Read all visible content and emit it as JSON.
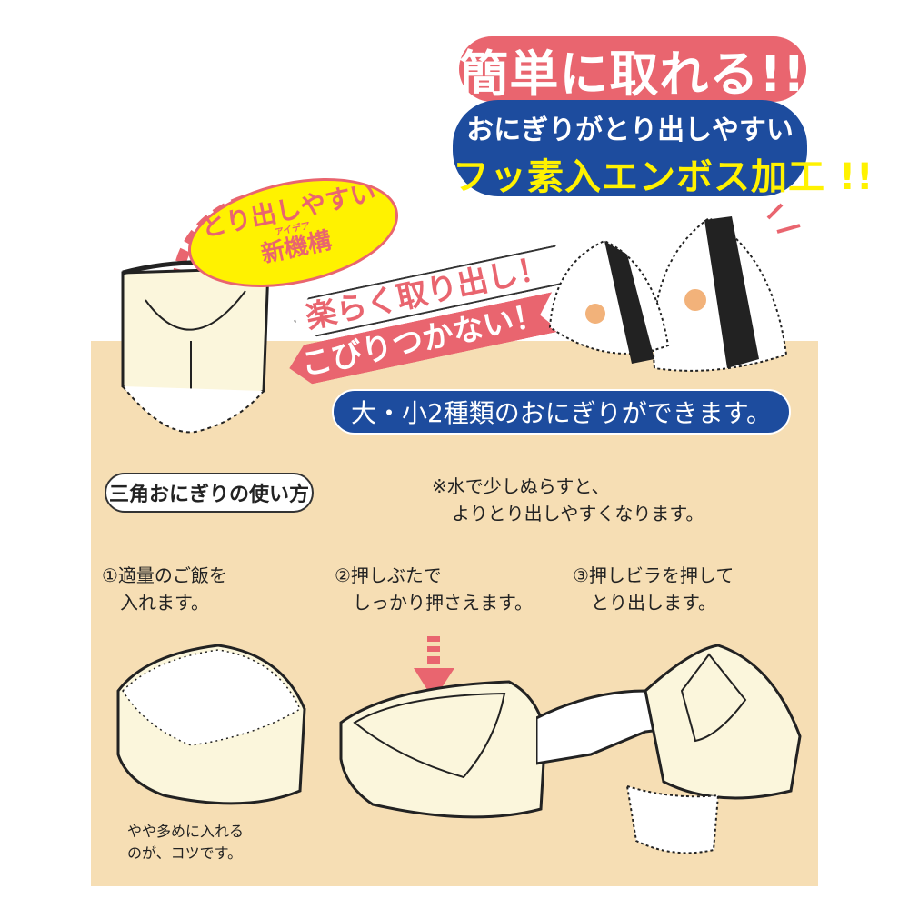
{
  "headline": {
    "main": "簡単に取れる!!",
    "sub1": "おにぎりがとり出しやすい",
    "sub2": "フッ素入エンボス加工 !!"
  },
  "badge": {
    "line1": "とり出しやすい",
    "ruby": "アイデア",
    "line2": "新機構"
  },
  "ribbons": [
    "楽らく取り出し！",
    "こびりつかない！"
  ],
  "sizes_label": "大・小2種類のおにぎりができます。",
  "howto": {
    "title": "三角おにぎりの使い方",
    "note": [
      "※水で少しぬらすと、",
      "よりとり出しやすくなります。"
    ],
    "steps": [
      {
        "line1": "①適量のご飯を",
        "line2": "入れます。"
      },
      {
        "line1": "②押しぶたで",
        "line2": "しっかり押さえます。"
      },
      {
        "line1": "③押しビラを押して",
        "line2": "とり出します。"
      }
    ],
    "tip": [
      "やや多めに入れる",
      "のが、コツです。"
    ]
  },
  "colors": {
    "pink": "#e9656f",
    "blue": "#1d4c9e",
    "yellow": "#fff200",
    "beige": "#f6deb4"
  }
}
